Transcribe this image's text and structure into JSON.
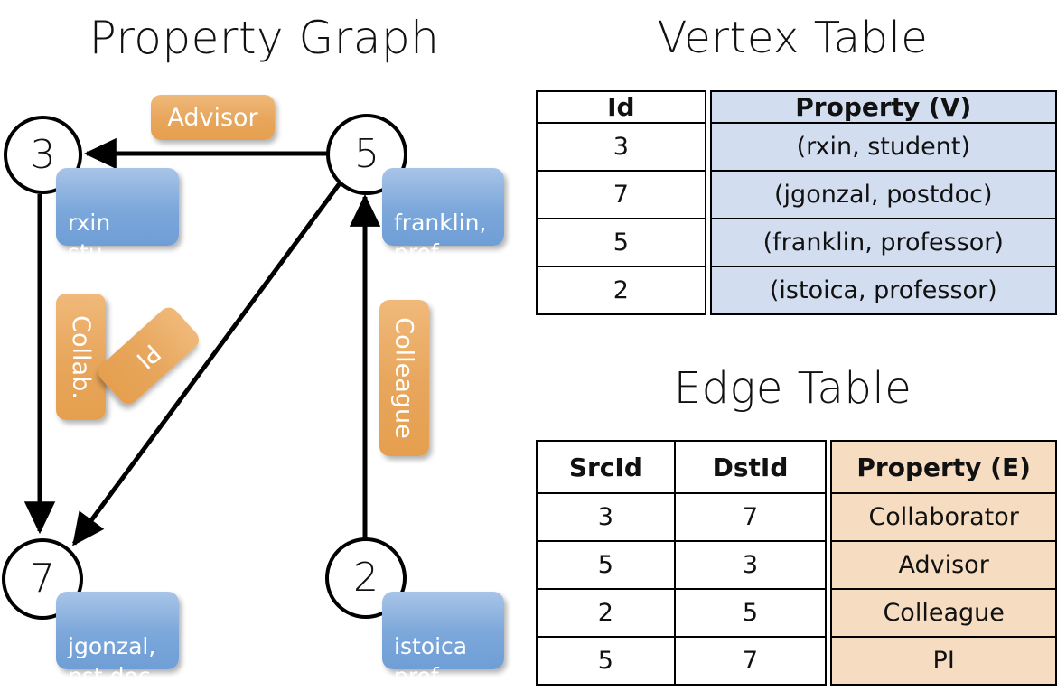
{
  "titles": {
    "property_graph": "Property Graph",
    "vertex_table": "Vertex Table",
    "edge_table": "Edge Table"
  },
  "colors": {
    "vertex_property_fill": "#d2def0",
    "edge_property_fill": "#f6ddc2",
    "vertex_box_fill": "#7ba7da",
    "edge_label_fill": "#e8a75e",
    "stroke": "#000000",
    "background": "#ffffff"
  },
  "graph": {
    "nodes": [
      {
        "id": "3",
        "label": "3",
        "property": "rxin\nstu."
      },
      {
        "id": "5",
        "label": "5",
        "property": "franklin,\nprof."
      },
      {
        "id": "7",
        "label": "7",
        "property": "jgonzal,\npst.doc."
      },
      {
        "id": "2",
        "label": "2",
        "property": "istoica\nprof."
      }
    ],
    "edges": [
      {
        "src": "5",
        "dst": "3",
        "label": "Advisor"
      },
      {
        "src": "3",
        "dst": "7",
        "label": "Collab."
      },
      {
        "src": "5",
        "dst": "7",
        "label": "PI"
      },
      {
        "src": "2",
        "dst": "5",
        "label": "Colleague"
      }
    ]
  },
  "vertex_table": {
    "headers": [
      "Id",
      "Property (V)"
    ],
    "rows": [
      [
        "3",
        "(rxin, student)"
      ],
      [
        "7",
        "(jgonzal, postdoc)"
      ],
      [
        "5",
        "(franklin, professor)"
      ],
      [
        "2",
        "(istoica, professor)"
      ]
    ]
  },
  "edge_table": {
    "headers": [
      "SrcId",
      "DstId",
      "Property (E)"
    ],
    "rows": [
      [
        "3",
        "7",
        "Collaborator"
      ],
      [
        "5",
        "3",
        "Advisor"
      ],
      [
        "2",
        "5",
        "Colleague"
      ],
      [
        "5",
        "7",
        "PI"
      ]
    ]
  }
}
